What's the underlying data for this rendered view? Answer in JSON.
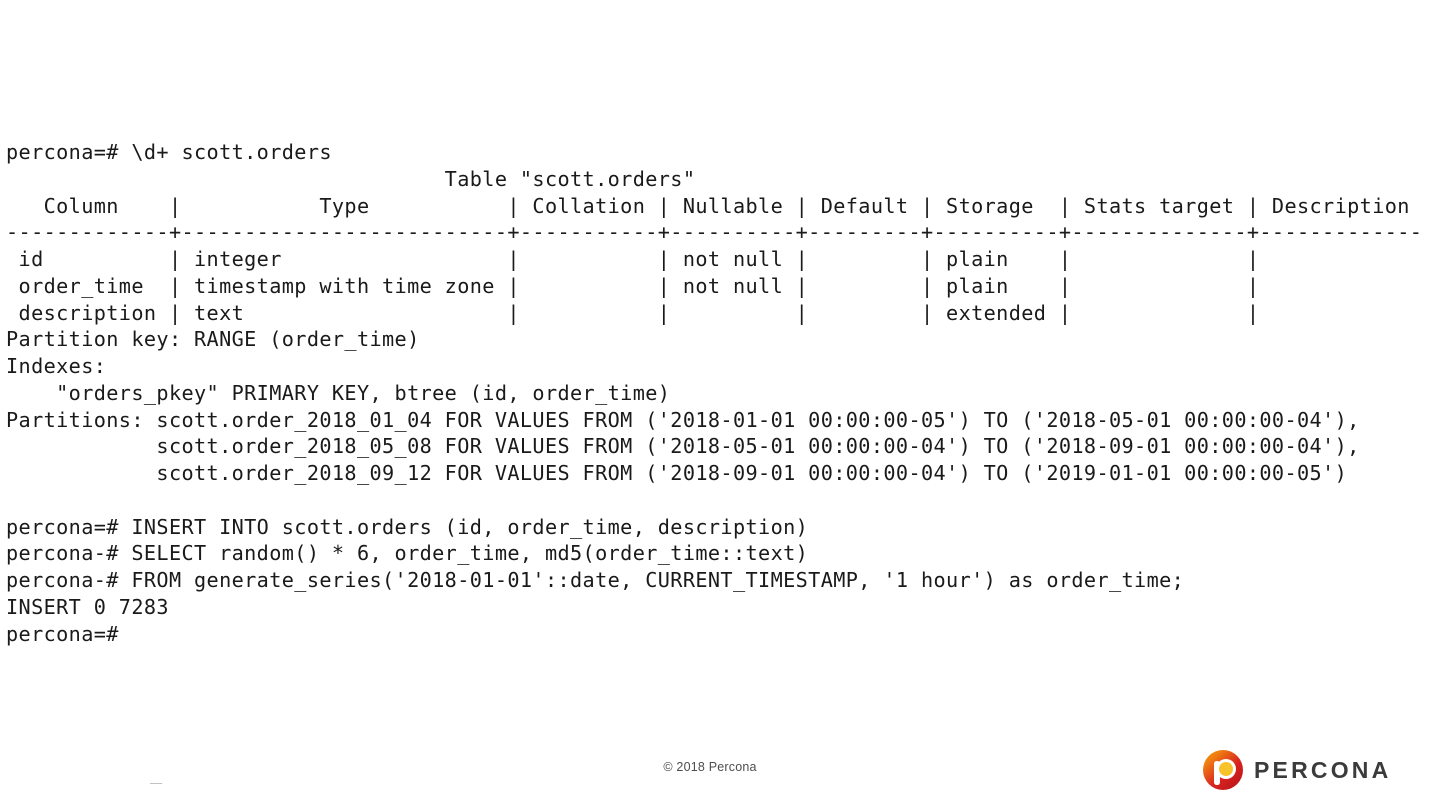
{
  "terminal": {
    "prompt_primary": "percona=#",
    "prompt_continuation": "percona-#",
    "cursor_glyph": "_",
    "commands": {
      "describe": "\\d+ scott.orders",
      "insert_line_1": "INSERT INTO scott.orders (id, order_time, description)",
      "insert_line_2": "SELECT random() * 6, order_time, md5(order_time::text)",
      "insert_line_3": "FROM generate_series('2018-01-01'::date, CURRENT_TIMESTAMP, '1 hour') as order_time;"
    },
    "table": {
      "caption": "Table \"scott.orders\"",
      "headers": [
        "Column",
        "Type",
        "Collation",
        "Nullable",
        "Default",
        "Storage",
        "Stats target",
        "Description"
      ],
      "rows": [
        [
          "id",
          "integer",
          "",
          "not null",
          "",
          "plain",
          "",
          ""
        ],
        [
          "order_time",
          "timestamp with time zone",
          "",
          "not null",
          "",
          "plain",
          "",
          ""
        ],
        [
          "description",
          "text",
          "",
          "",
          "",
          "extended",
          "",
          ""
        ]
      ]
    },
    "partition_key_label": "Partition key:",
    "partition_key_value": "RANGE (order_time)",
    "indexes_label": "Indexes:",
    "indexes": [
      "\"orders_pkey\" PRIMARY KEY, btree (id, order_time)"
    ],
    "partitions_label": "Partitions:",
    "partitions": [
      "scott.order_2018_01_04 FOR VALUES FROM ('2018-01-01 00:00:00-05') TO ('2018-05-01 00:00:00-04'),",
      "scott.order_2018_05_08 FOR VALUES FROM ('2018-05-01 00:00:00-04') TO ('2018-09-01 00:00:00-04'),",
      "scott.order_2018_09_12 FOR VALUES FROM ('2018-09-01 00:00:00-04') TO ('2019-01-01 00:00:00-05')"
    ],
    "result_status": "INSERT 0 7283",
    "transcript": "percona=# \\d+ scott.orders\n                                   Table \"scott.orders\"\n   Column    |           Type           | Collation | Nullable | Default | Storage  | Stats target | Description \n-------------+--------------------------+-----------+----------+---------+----------+--------------+-------------\n id          | integer                  |           | not null |         | plain    |              | \n order_time  | timestamp with time zone |           | not null |         | plain    |              | \n description | text                     |           |          |         | extended |              | \nPartition key: RANGE (order_time)\nIndexes:\n    \"orders_pkey\" PRIMARY KEY, btree (id, order_time)\nPartitions: scott.order_2018_01_04 FOR VALUES FROM ('2018-01-01 00:00:00-05') TO ('2018-05-01 00:00:00-04'),\n            scott.order_2018_05_08 FOR VALUES FROM ('2018-05-01 00:00:00-04') TO ('2018-09-01 00:00:00-04'),\n            scott.order_2018_09_12 FOR VALUES FROM ('2018-09-01 00:00:00-04') TO ('2019-01-01 00:00:00-05')\n\npercona=# INSERT INTO scott.orders (id, order_time, description)\npercona-# SELECT random() * 6, order_time, md5(order_time::text)\npercona-# FROM generate_series('2018-01-01'::date, CURRENT_TIMESTAMP, '1 hour') as order_time;\nINSERT 0 7283\npercona=# "
  },
  "footer": {
    "copyright": "© 2018 Percona",
    "brand_name": "PERCONA",
    "brand_color": "#d8231f",
    "brand_accent": "#f7c32b"
  }
}
